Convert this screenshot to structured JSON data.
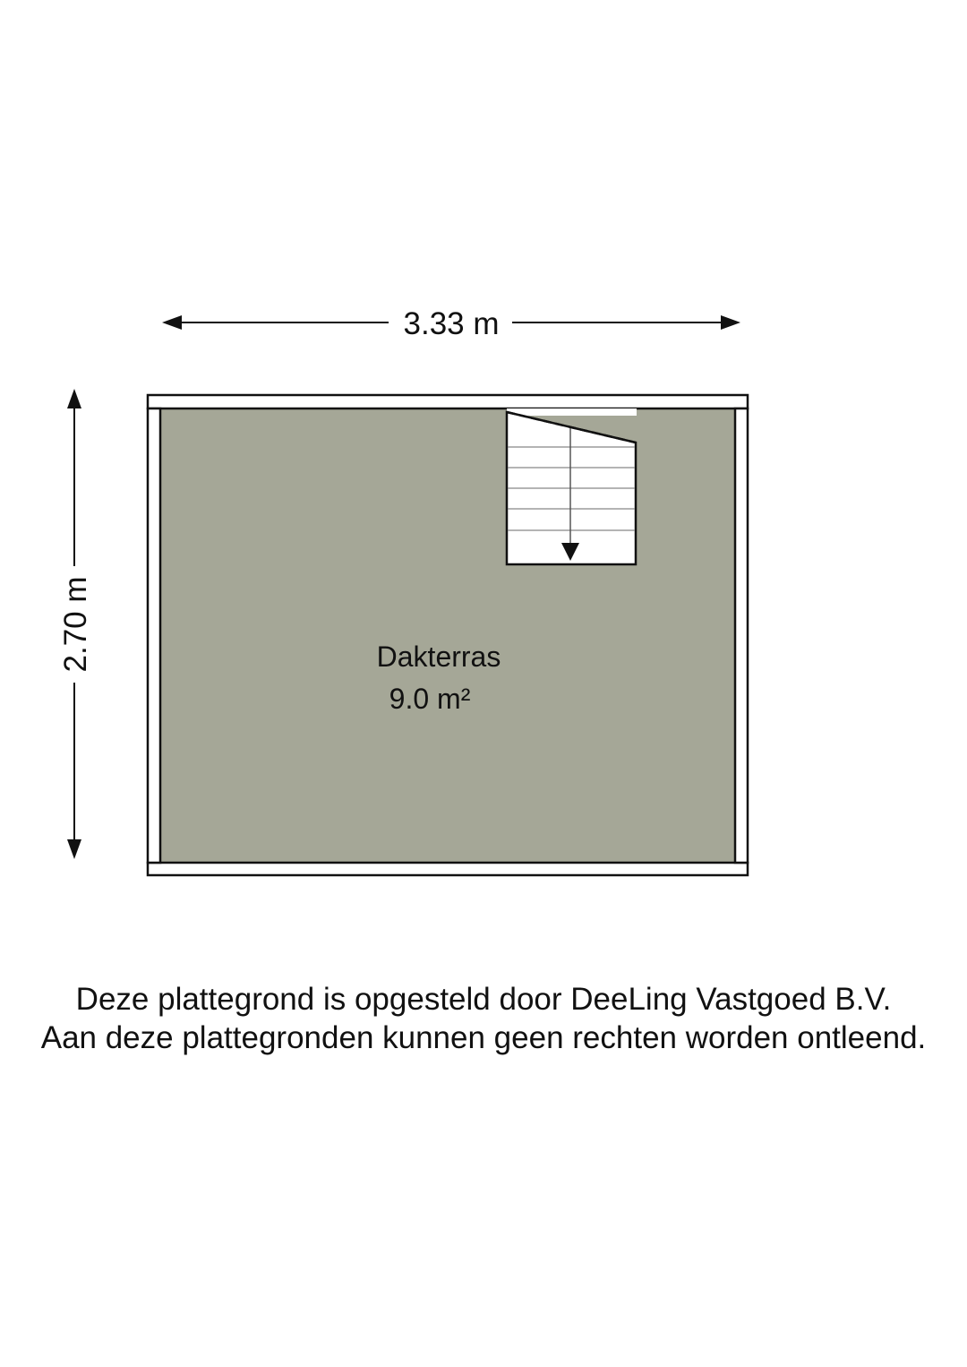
{
  "dimensions": {
    "width_label": "3.33 m",
    "height_label": "2.70 m"
  },
  "room": {
    "name": "Dakterras",
    "area": "9.0 m²",
    "fill_color": "#a5a797"
  },
  "disclaimer": {
    "line1": "Deze plattegrond is opgesteld door DeeLing Vastgoed B.V.",
    "line2": "Aan deze plattegronden kunnen geen rechten worden ontleend."
  }
}
